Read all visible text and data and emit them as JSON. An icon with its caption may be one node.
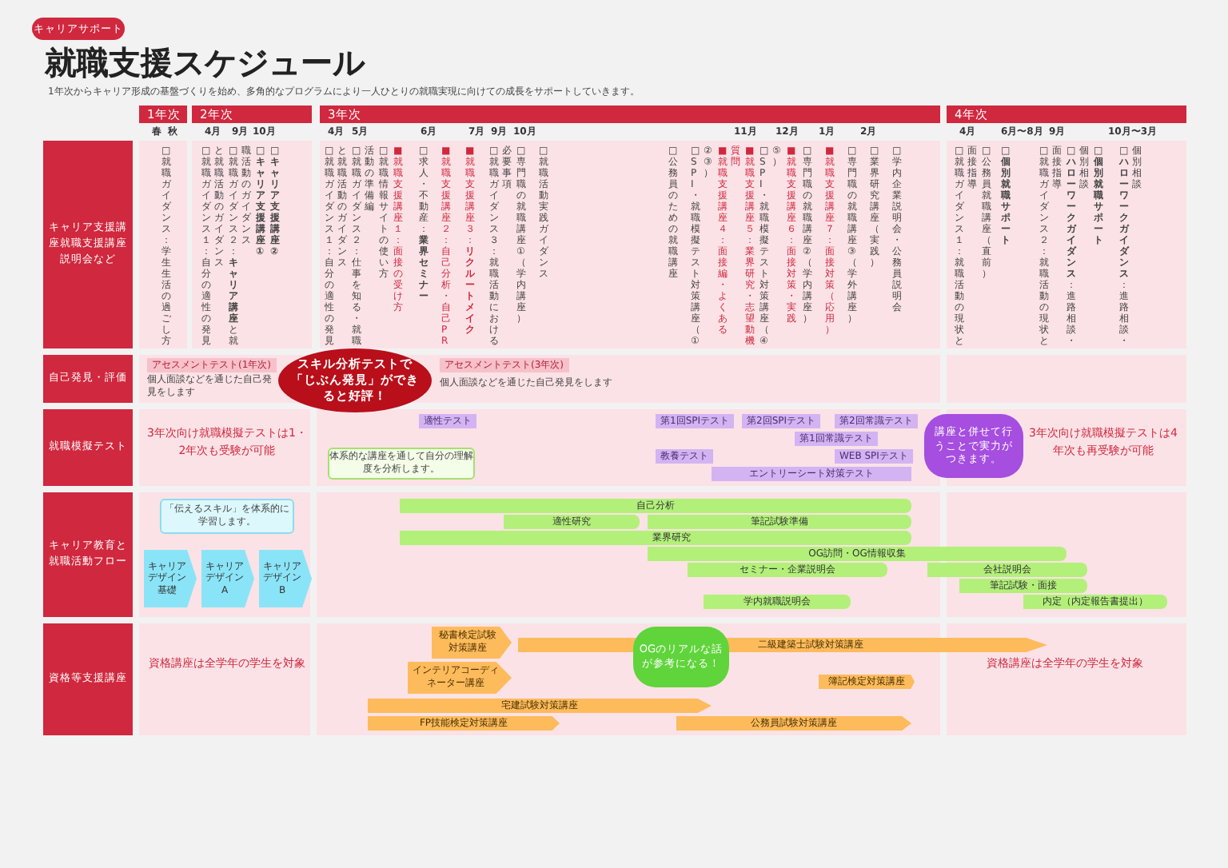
{
  "diagram": {
    "title": "就職支援スケジュール",
    "nodes": [
      {
        "text": [
          "キャリアサポート"
        ]
      },
      {
        "text": [
          "1年次"
        ]
      },
      {
        "text": [
          "2年次"
        ]
      },
      {
        "text": [
          "3年次"
        ]
      },
      {
        "text": [
          "4年次"
        ]
      },
      {
        "text": [
          "キャリア支援講座就職支援講座説明会など"
        ]
      },
      {
        "text": [
          "自己発見・評価"
        ]
      },
      {
        "text": [
          "就職模擬テスト"
        ]
      },
      {
        "text": [
          "キャリア教育と就職活動フロー"
        ]
      },
      {
        "text": [
          "資格等支援講座"
        ]
      },
      {
        "text": [
          "アセスメントテスト(1年次)"
        ]
      },
      {
        "text": [
          "アセスメントテスト(3年次)"
        ]
      },
      {
        "text": [
          "スキル分析テストで「じぶん発見」ができると好評！"
        ]
      },
      {
        "text": [
          "適性テスト"
        ]
      },
      {
        "text": [
          "体系的な講座を通して自分の理解度を分析します。"
        ]
      },
      {
        "text": [
          "第1回SPIテスト"
        ]
      },
      {
        "text": [
          "第2回SPIテスト"
        ]
      },
      {
        "text": [
          "第2回常識テスト"
        ]
      },
      {
        "text": [
          "第1回常識テスト"
        ]
      },
      {
        "text": [
          "教養テスト"
        ]
      },
      {
        "text": [
          "WEB SPIテスト"
        ]
      },
      {
        "text": [
          "エントリーシート対策テスト"
        ]
      },
      {
        "text": [
          "講座と併せて行うことで実力がつきます。"
        ]
      },
      {
        "text": [
          "「伝えるスキル」を体系的に学習します。"
        ]
      },
      {
        "text": [
          "キャリアデザイン基礎"
        ]
      },
      {
        "text": [
          "キャリアデザインA"
        ]
      },
      {
        "text": [
          "キャリアデザインB"
        ]
      },
      {
        "text": [
          "自己分析"
        ]
      },
      {
        "text": [
          "適性研究"
        ]
      },
      {
        "text": [
          "筆記試験準備"
        ]
      },
      {
        "text": [
          "業界研究"
        ]
      },
      {
        "text": [
          "OG訪問・OG情報収集"
        ]
      },
      {
        "text": [
          "セミナー・企業説明会"
        ]
      },
      {
        "text": [
          "会社説明会"
        ]
      },
      {
        "text": [
          "筆記試験・面接"
        ]
      },
      {
        "text": [
          "学内就職説明会"
        ]
      },
      {
        "text": [
          "内定（内定報告書提出）"
        ]
      },
      {
        "text": [
          "秘書検定試験対策講座"
        ]
      },
      {
        "text": [
          "二級建築士試験対策講座"
        ]
      },
      {
        "text": [
          "インテリアコーディネーター講座"
        ]
      },
      {
        "text": [
          "簿記検定対策講座"
        ]
      },
      {
        "text": [
          "宅建試験対策講座"
        ]
      },
      {
        "text": [
          "FP技能検定対策講座"
        ]
      },
      {
        "text": [
          "公務員試験対策講座"
        ]
      },
      {
        "text": [
          "OGのリアルな話が参考になる！"
        ]
      }
    ],
    "labels": [
      "1年次からキャリア形成の基盤づくりを始め、多角的なプログラムにより一人ひとりの就職実現に向けての成長をサポートしていきます。",
      "春",
      "秋",
      "4月",
      "9月",
      "10月",
      "4月",
      "5月",
      "6月",
      "7月",
      "9月",
      "10月",
      "11月",
      "12月",
      "1月",
      "2月",
      "4月",
      "6月〜8月",
      "9月",
      "10月〜3月",
      "□就職ガイダンス：学生生活の過ごし方",
      "□就職ガイダンス１：自分の適性の発見と就職活動のガイダンス",
      "□就職ガイダンス２：**キャリア講座**と就職活動のガイダンス",
      "□**キャリア支援講座①**",
      "□**キャリア支援講座②**",
      "□就職ガイダンス１：自分の適性の発見と就職活動のガイダンス",
      "□就職ガイダンス２：仕事を知る・就職活動の準備編",
      "□就職情報サイトの使い方",
      "■就職支援講座１：面接の受け方",
      "□求人・不動産：**業界セミナー**",
      "■就職支援講座２：自己分析・自己PR",
      "■就職支援講座３：**リクルートメイク**",
      "□就職ガイダンス３：就職活動における必要事項",
      "□専門職の就職講座①（学内講座）",
      "□就職活動実践ガイダンス",
      "□公務員のための就職講座",
      "□SPI・就職模擬テスト対策講座（①②③）",
      "■就職支援講座４：面接編・よくある質問",
      "■就職支援講座５：業界研究・志望動機",
      "□SPI・就職模擬テスト対策講座（④⑤）",
      "■就職支援講座６：面接対策・実践",
      "□専門職の就職講座②（学内講座）",
      "■就職支援講座７：面接対策（応用）",
      "□専門職の就職講座③（学外講座）",
      "□業界研究講座（実践）",
      "□学内企業説明会・公務員説明会",
      "□就職ガイダンス１：就職活動の現状と面接指導",
      "□公務員就職講座（直前）",
      "□**個別就職サポート**",
      "□就職ガイダンス２：就職活動の現状と面接指導",
      "□**ハローワークガイダンス**：進路相談・個別相談",
      "□**個別就職サポート**",
      "□**ハローワークガイダンス**：進路相談・個別相談",
      "個人面談などを通じた自己発見をします",
      "個人面談などを通じた自己発見をします",
      "3年次向け就職模擬テストは1・2年次も受験が可能",
      "3年次向け就職模擬テストは4年次も再受験が可能",
      "資格講座は全学年の学生を対象",
      "資格講座は全学年の学生を対象"
    ]
  }
}
